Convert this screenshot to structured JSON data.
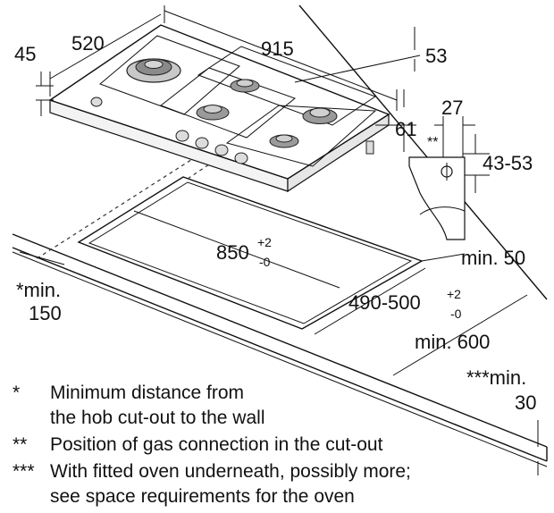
{
  "dimensions": {
    "hob_height": "45",
    "burner_offset": "520",
    "hob_width": "915",
    "hob_depth_top": "53",
    "hob_side": "61",
    "gas_conn_width": "27",
    "gas_conn_mark": "**",
    "gas_conn_height": "43-53",
    "cutout_width_base": "850",
    "cutout_width_plus": "+2",
    "cutout_width_minus": "-0",
    "cutout_depth_base": "490-500",
    "cutout_depth_plus": "+2",
    "cutout_depth_minus": "-0",
    "wall_distance_label": "*min.",
    "wall_distance_value": "150",
    "front_distance": "min. 50",
    "worktop_depth": "min. 600",
    "oven_label": "***min.",
    "oven_value": "30"
  },
  "legend": [
    {
      "mark": "*",
      "line1": "Minimum distance from",
      "line2": "the hob cut-out to the wall"
    },
    {
      "mark": "**",
      "line1": "Position of gas connection in the cut-out",
      "line2": ""
    },
    {
      "mark": "***",
      "line1": "With fitted oven underneath, possibly more;",
      "line2": "see space requirements for the oven"
    }
  ]
}
